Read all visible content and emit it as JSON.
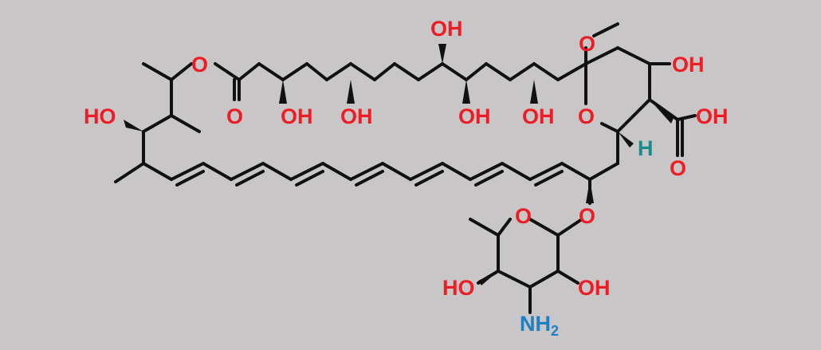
{
  "colors": {
    "background": "#c8c6c7",
    "bond": "#111111",
    "oxygen": "#ee1c24",
    "nitrogen": "#1f7fc0",
    "hydrogen": "#1a8c8c"
  },
  "labels": {
    "oh_top_center": "OH",
    "methoxy_o": "O",
    "oh_top_right": "OH",
    "ester_o": "O",
    "carbonyl_o": "O",
    "oh_chain_1": "OH",
    "oh_chain_2": "OH",
    "oh_chain_3": "OH",
    "oh_chain_4": "OH",
    "ho_left": "HO",
    "ring_o": "O",
    "cooh_oh": "OH",
    "cooh_o": "O",
    "h_stereo": "H",
    "glycosidic_o": "O",
    "sugar_ring_o": "O",
    "sugar_ho": "HO",
    "sugar_oh": "OH",
    "amine_nh": "NH",
    "amine_sub": "2"
  }
}
